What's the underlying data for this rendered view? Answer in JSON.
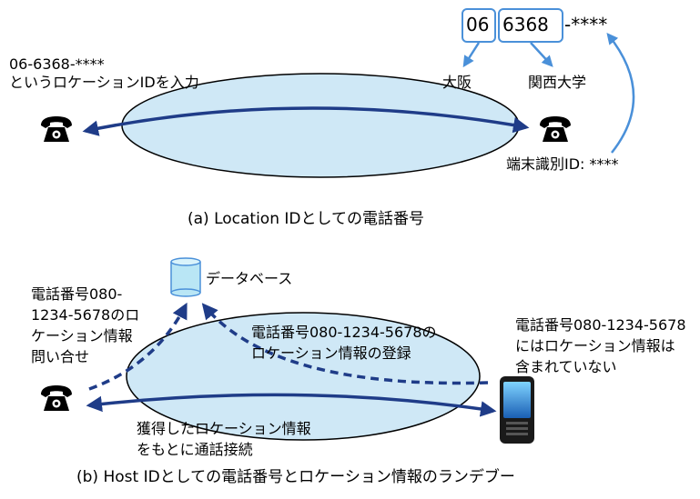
{
  "colors": {
    "ellipse_fill": "#cfe8f6",
    "ellipse_stroke": "#000000",
    "arrow_dark": "#1f3c88",
    "arrow_light": "#4a90d9",
    "box_stroke": "#4a90d9",
    "db_fill": "#b9e6f5"
  },
  "icons": {
    "phone": "telephone-icon",
    "database": "database-icon",
    "mobile": "mobile-phone-icon"
  },
  "part_a": {
    "number_prefix_box": "06",
    "number_middle_box": "6368",
    "number_suffix": "-****",
    "left_number": "06-6368-****",
    "left_instruction": "というロケーションIDを入力",
    "label_osaka": "大阪",
    "label_kansai_univ": "関西大学",
    "terminal_id_label": "端末識別ID: ****",
    "caption": "(a) Location IDとしての電話番号"
  },
  "part_b": {
    "database_label": "データベース",
    "query_text": "電話番号080-\n1234-5678のロ\nケーション情報\n問い合せ",
    "register_text": "電話番号080-1234-5678の\nロケーション情報の登録",
    "not_included_text": "電話番号080-1234-5678\nにはロケーション情報は\n含まれていない",
    "connect_text": "獲得したロケーション情報\nをもとに通話接続",
    "caption": "(b) Host IDとしての電話番号とロケーション情報のランデブー"
  }
}
